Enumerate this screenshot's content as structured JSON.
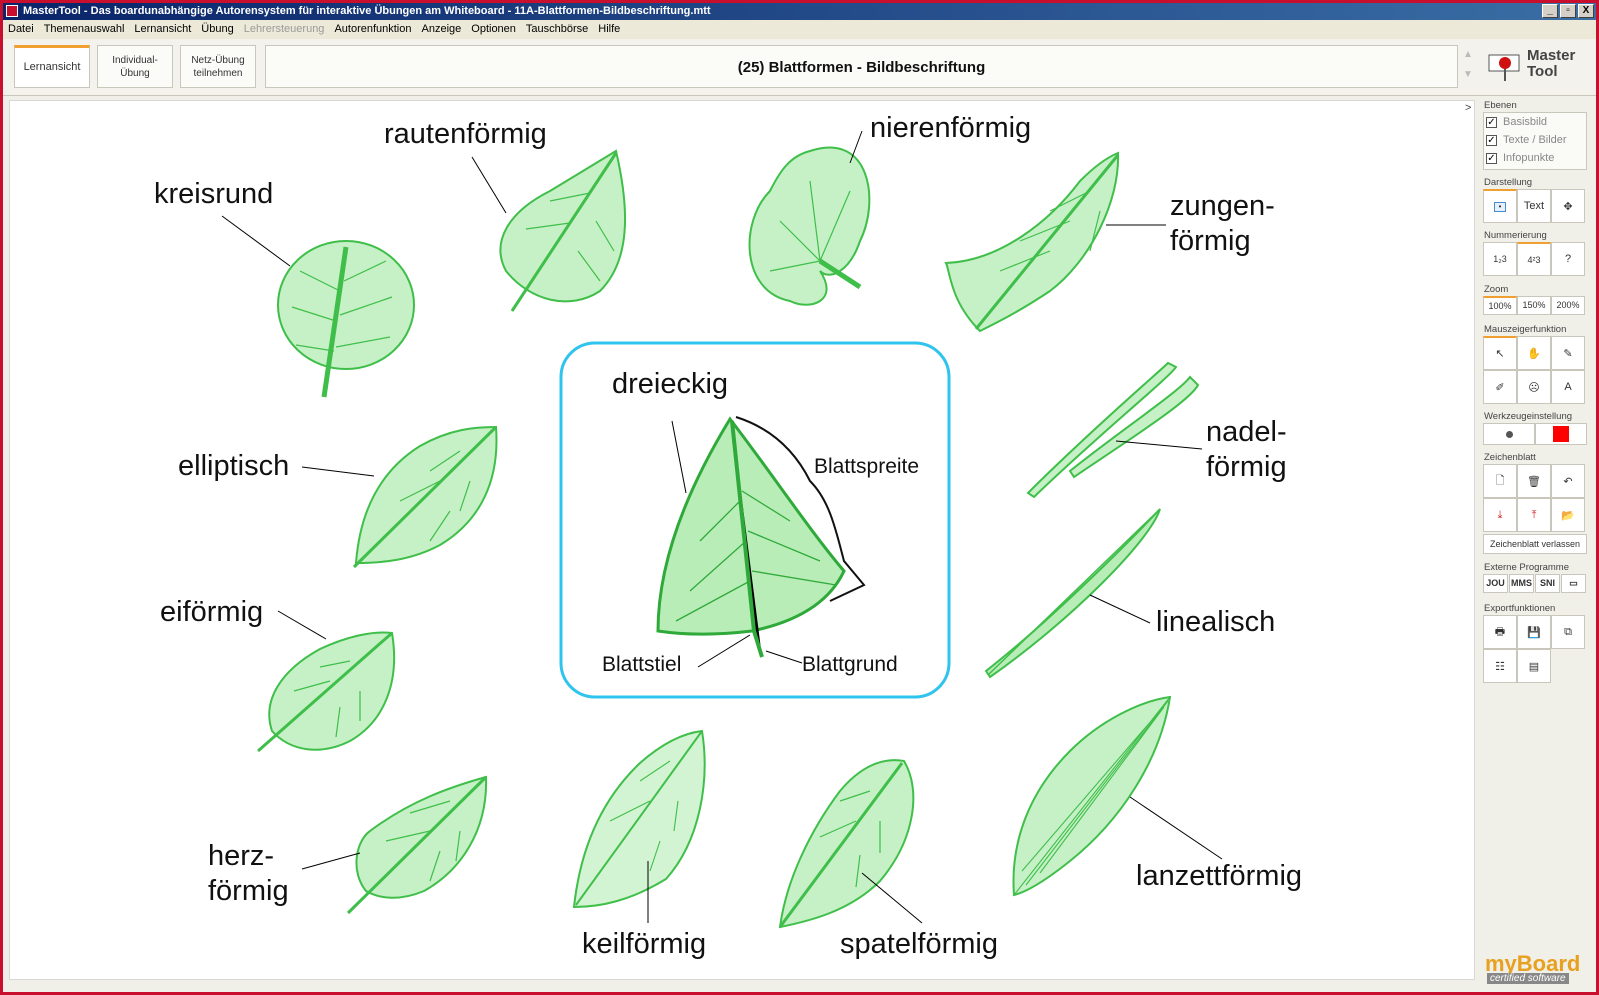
{
  "window": {
    "title": "MasterTool - Das boardunabhängige Autorensystem für interaktive Übungen am Whiteboard - 11A-Blattformen-Bildbeschriftung.mtt",
    "controls": [
      "_",
      "▫",
      "X"
    ]
  },
  "menu": [
    {
      "label": "Datei",
      "enabled": true
    },
    {
      "label": "Themenauswahl",
      "enabled": true
    },
    {
      "label": "Lernansicht",
      "enabled": true
    },
    {
      "label": "Übung",
      "enabled": true
    },
    {
      "label": "Lehrersteuerung",
      "enabled": false
    },
    {
      "label": "Autorenfunktion",
      "enabled": true
    },
    {
      "label": "Anzeige",
      "enabled": true
    },
    {
      "label": "Optionen",
      "enabled": true
    },
    {
      "label": "Tauschbörse",
      "enabled": true
    },
    {
      "label": "Hilfe",
      "enabled": true
    }
  ],
  "toolbar": {
    "tabs": [
      {
        "label": "Lernansicht",
        "active": true
      },
      {
        "label": "Individual-\nÜbung",
        "active": false
      },
      {
        "label": "Netz-Übung\nteilnehmen",
        "active": false
      }
    ],
    "exercise_title": "(25) Blattformen - Bildbeschriftung",
    "scroll_up": "▲",
    "scroll_down": "▼",
    "logo_text": "Master\nTool"
  },
  "canvas": {
    "collapse": ">",
    "labels": {
      "kreisrund": "kreisrund",
      "rautenfoermig": "rautenförmig",
      "nierenfoermig": "nierenförmig",
      "zungenfoermig": "zungen-\nförmig",
      "elliptisch": "elliptisch",
      "nadelfoermig": "nadel-\nförmig",
      "eifoermig": "eiförmig",
      "linealisch": "linealisch",
      "herzfoermig": "herz-\nförmig",
      "keilfoermig": "keilförmig",
      "spatelfoermig": "spatelförmig",
      "lanzettfoermig": "lanzettförmig",
      "dreieckig": "dreieckig",
      "blattspreite": "Blattspreite",
      "blattstiel": "Blattstiel",
      "blattgrund": "Blattgrund"
    },
    "leaf_color": "#3fbf4a",
    "leaf_fill": "#b8edb8",
    "frame_color": "#2ec4ee"
  },
  "panel": {
    "ebenen": {
      "title": "Ebenen",
      "items": [
        {
          "label": "Basisbild",
          "checked": true
        },
        {
          "label": "Texte / Bilder",
          "checked": true
        },
        {
          "label": "Infopunkte",
          "checked": true
        }
      ]
    },
    "darstellung": {
      "title": "Darstellung",
      "text_button": "Text"
    },
    "nummerierung": {
      "title": "Nummerierung",
      "question": "?"
    },
    "zoom": {
      "title": "Zoom",
      "levels": [
        "100%",
        "150%",
        "200%"
      ],
      "selected": "100%"
    },
    "mauszeiger": {
      "title": "Mauszeigerfunktion",
      "text_tool": "A"
    },
    "werkzeug": {
      "title": "Werkzeugeinstellung",
      "color": "#ff0000"
    },
    "zeichenblatt": {
      "title": "Zeichenblatt",
      "leave": "Zeichenblatt verlassen"
    },
    "extern": {
      "title": "Externe Programme",
      "buttons": [
        "JOU",
        "MMS",
        "SNI"
      ]
    },
    "export": {
      "title": "Exportfunktionen"
    },
    "branding": {
      "name": "myBoard",
      "sub": "certified software"
    }
  }
}
